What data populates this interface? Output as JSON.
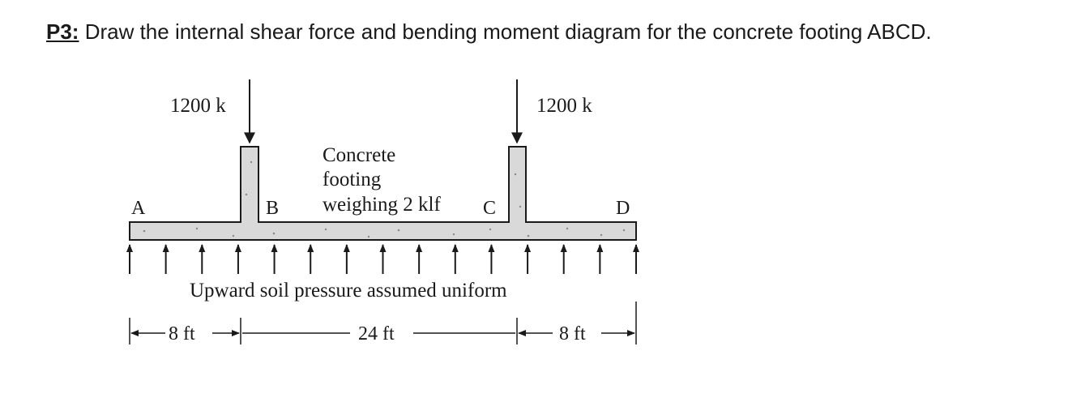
{
  "problem": {
    "label": "P3:",
    "text": " Draw the internal shear force and bending moment diagram for the concrete footing ABCD."
  },
  "diagram": {
    "loads": {
      "left": "1200 k",
      "right": "1200 k"
    },
    "points": {
      "a": "A",
      "b": "B",
      "c": "C",
      "d": "D"
    },
    "footing_note": {
      "line1": "Concrete",
      "line2": "footing",
      "line3": "weighing 2 klf"
    },
    "soil_note": "Upward soil pressure assumed uniform",
    "dimensions": {
      "left": "8 ft",
      "middle": "24 ft",
      "right": "8 ft"
    },
    "colors": {
      "concrete": "#d9d9d9",
      "ink": "#1a1a1a"
    }
  }
}
